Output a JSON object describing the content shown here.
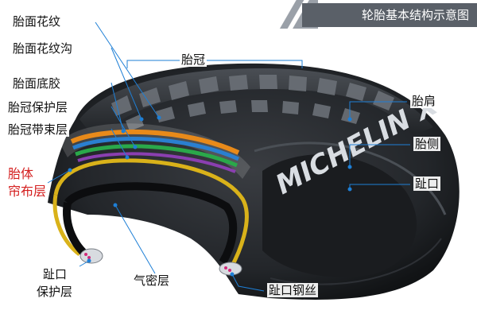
{
  "header": {
    "title": "轮胎基本结构示意图"
  },
  "brand": {
    "sidewall_text": "MICHELIN X"
  },
  "labels": {
    "tread_pattern": "胎面花纹",
    "tread_groove": "胎面花纹沟",
    "tread_base": "胎面底胶",
    "crown_protect": "胎冠保护层",
    "crown_belt": "胎冠带束层",
    "carcass_ply_1": "胎体",
    "carcass_ply_2": "帘布层",
    "crown": "胎冠",
    "shoulder": "胎肩",
    "sidewall": "胎侧",
    "bead": "趾口",
    "bead_protect_1": "趾口",
    "bead_protect_2": "保护层",
    "inner_liner": "气密层",
    "bead_wire": "趾口钢丝"
  },
  "colors": {
    "accent_red": "#d41f1f",
    "leader_line": "#1e7fd6",
    "header_bg": "#5a6068"
  }
}
